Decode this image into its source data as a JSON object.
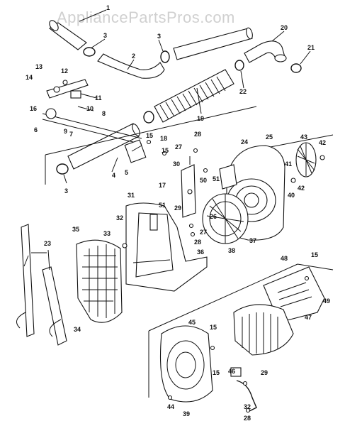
{
  "watermark": "AppliancePartsPros.com",
  "callouts": [
    {
      "id": "c1",
      "text": "1"
    },
    {
      "id": "c2",
      "text": "2"
    },
    {
      "id": "c3a",
      "text": "3"
    },
    {
      "id": "c3b",
      "text": "3"
    },
    {
      "id": "c3c",
      "text": "3"
    },
    {
      "id": "c4",
      "text": "4"
    },
    {
      "id": "c5",
      "text": "5"
    },
    {
      "id": "c6",
      "text": "6"
    },
    {
      "id": "c7",
      "text": "7"
    },
    {
      "id": "c8",
      "text": "8"
    },
    {
      "id": "c9",
      "text": "9"
    },
    {
      "id": "c10",
      "text": "10"
    },
    {
      "id": "c11",
      "text": "11"
    },
    {
      "id": "c12",
      "text": "12"
    },
    {
      "id": "c13",
      "text": "13"
    },
    {
      "id": "c14",
      "text": "14"
    },
    {
      "id": "c15a",
      "text": "15"
    },
    {
      "id": "c15b",
      "text": "15"
    },
    {
      "id": "c15c",
      "text": "15"
    },
    {
      "id": "c15d",
      "text": "15"
    },
    {
      "id": "c15e",
      "text": "15"
    },
    {
      "id": "c16",
      "text": "16"
    },
    {
      "id": "c17",
      "text": "17"
    },
    {
      "id": "c18",
      "text": "18"
    },
    {
      "id": "c19",
      "text": "19"
    },
    {
      "id": "c20",
      "text": "20"
    },
    {
      "id": "c21",
      "text": "21"
    },
    {
      "id": "c22",
      "text": "22"
    },
    {
      "id": "c23",
      "text": "23"
    },
    {
      "id": "c24",
      "text": "24"
    },
    {
      "id": "c25",
      "text": "25"
    },
    {
      "id": "c26",
      "text": "26"
    },
    {
      "id": "c27a",
      "text": "27"
    },
    {
      "id": "c27b",
      "text": "27"
    },
    {
      "id": "c28a",
      "text": "28"
    },
    {
      "id": "c28b",
      "text": "28"
    },
    {
      "id": "c28c",
      "text": "28"
    },
    {
      "id": "c29a",
      "text": "29"
    },
    {
      "id": "c29b",
      "text": "29"
    },
    {
      "id": "c30",
      "text": "30"
    },
    {
      "id": "c31",
      "text": "31"
    },
    {
      "id": "c32a",
      "text": "32"
    },
    {
      "id": "c32b",
      "text": "32"
    },
    {
      "id": "c33",
      "text": "33"
    },
    {
      "id": "c34",
      "text": "34"
    },
    {
      "id": "c35",
      "text": "35"
    },
    {
      "id": "c36",
      "text": "36"
    },
    {
      "id": "c37",
      "text": "37"
    },
    {
      "id": "c38",
      "text": "38"
    },
    {
      "id": "c39",
      "text": "39"
    },
    {
      "id": "c40",
      "text": "40"
    },
    {
      "id": "c41",
      "text": "41"
    },
    {
      "id": "c42a",
      "text": "42"
    },
    {
      "id": "c42b",
      "text": "42"
    },
    {
      "id": "c43",
      "text": "43"
    },
    {
      "id": "c44",
      "text": "44"
    },
    {
      "id": "c45",
      "text": "45"
    },
    {
      "id": "c46",
      "text": "46"
    },
    {
      "id": "c47",
      "text": "47"
    },
    {
      "id": "c48",
      "text": "48"
    },
    {
      "id": "c49",
      "text": "49"
    },
    {
      "id": "c50",
      "text": "50"
    },
    {
      "id": "c51a",
      "text": "51"
    },
    {
      "id": "c51b",
      "text": "51"
    }
  ]
}
